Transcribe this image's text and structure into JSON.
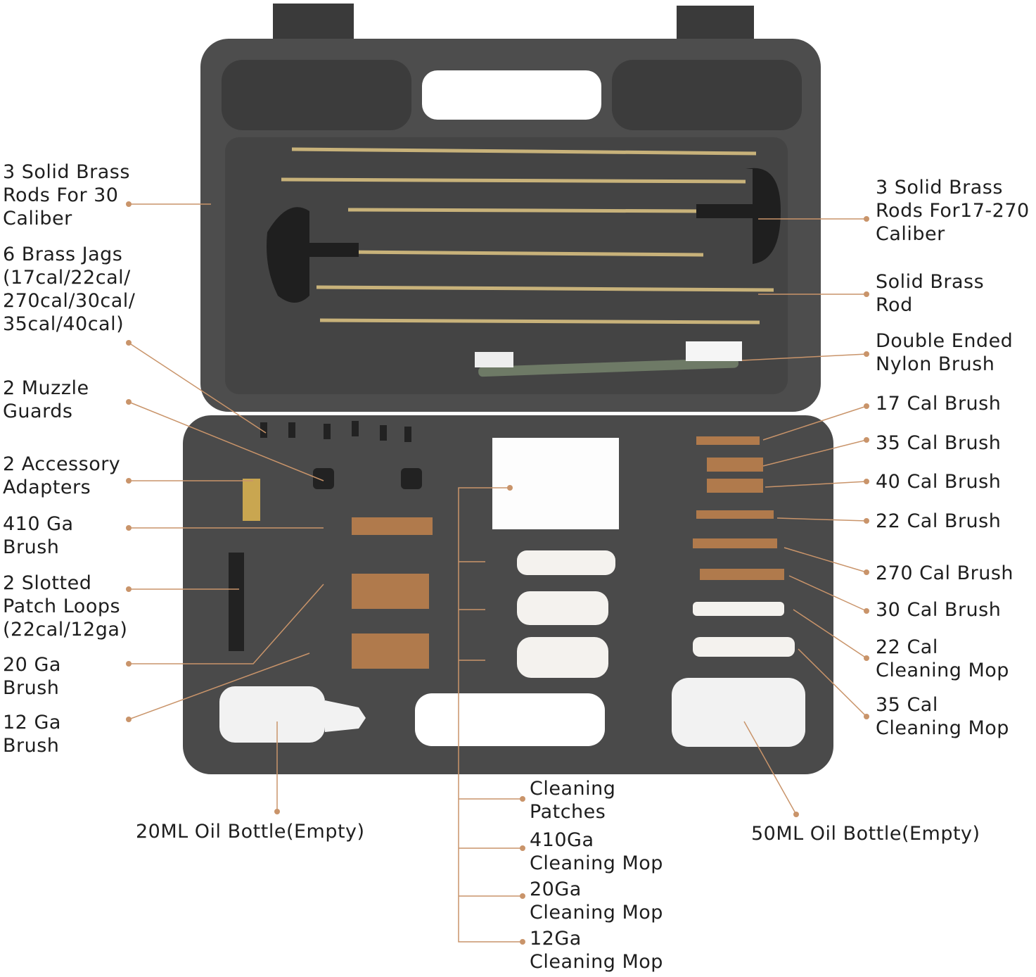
{
  "accent_color": "#c9946a",
  "case_color": "#4a4a4a",
  "labels": {
    "rods30": "3 Solid Brass\nRods For 30\nCaliber",
    "jags": "6 Brass Jags\n(17cal/22cal/\n270cal/30cal/\n35cal/40cal)",
    "muzzle": "2 Muzzle\nGuards",
    "adapters": "2 Accessory\nAdapters",
    "ga410brush": "410 Ga\nBrush",
    "patchloops": "2 Slotted\nPatch Loops\n(22cal/12ga)",
    "ga20brush": "20 Ga\nBrush",
    "ga12brush": "12 Ga\nBrush",
    "rods17": "3 Solid Brass\nRods For17-270\nCaliber",
    "brassrod": "Solid Brass\nRod",
    "nylon": "Double Ended\nNylon Brush",
    "cal17": "17 Cal Brush",
    "cal35": "35 Cal Brush",
    "cal40": "40 Cal Brush",
    "cal22": "22 Cal Brush",
    "cal270": "270 Cal Brush",
    "cal30": "30 Cal Brush",
    "mop22": "22 Cal\nCleaning Mop",
    "mop35": "35 Cal\nCleaning Mop",
    "bottle20": "20ML Oil Bottle(Empty)",
    "bottle50": "50ML Oil Bottle(Empty)",
    "patches": "Cleaning\nPatches",
    "mop410": "410Ga\nCleaning Mop",
    "mop20": "20Ga\nCleaning Mop",
    "mop12": "12Ga\nCleaning Mop"
  }
}
